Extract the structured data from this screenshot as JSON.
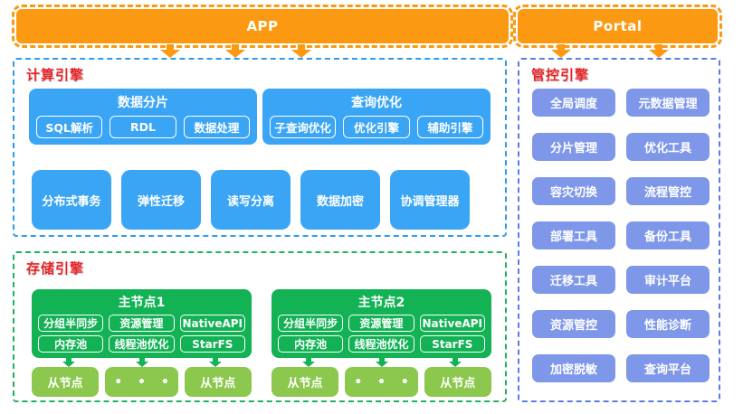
{
  "colors": {
    "orange": "#fb9a12",
    "blue_box": "#3aa5f5",
    "blue_dash_border": "#2b9bf3",
    "green_master": "#12b255",
    "green_slave": "#8cc84e",
    "green_dash_border": "#1db45c",
    "periwinkle_box": "#7e97e9",
    "indigo_dash_border": "#5a7de5",
    "header_red": "#e8262a",
    "text_white": "#ffffff"
  },
  "top": {
    "app_label": "APP",
    "portal_label": "Portal"
  },
  "compute": {
    "title": "计算引擎",
    "groups": [
      {
        "title": "数据分片",
        "items": [
          "SQL解析",
          "RDL",
          "数据处理"
        ]
      },
      {
        "title": "查询优化",
        "items": [
          "子查询优化",
          "优化引擎",
          "辅助引擎"
        ]
      }
    ],
    "features": [
      "分布式事务",
      "弹性迁移",
      "读写分离",
      "数据加密",
      "协调管理器"
    ]
  },
  "storage": {
    "title": "存储引擎",
    "masters": [
      {
        "title": "主节点1",
        "row1": [
          "分组半同步",
          "资源管理",
          "NativeAPI"
        ],
        "row2": [
          "内存池",
          "线程池优化",
          "StarFS"
        ]
      },
      {
        "title": "主节点2",
        "row1": [
          "分组半同步",
          "资源管理",
          "NativeAPI"
        ],
        "row2": [
          "内存池",
          "线程池优化",
          "StarFS"
        ]
      }
    ],
    "slaves": [
      "从节点",
      "• • •",
      "从节点",
      "从节点",
      "• • •",
      "从节点"
    ]
  },
  "management": {
    "title": "管控引擎",
    "items": [
      "全局调度",
      "元数据管理",
      "分片管理",
      "优化工具",
      "容灾切换",
      "流程管控",
      "部署工具",
      "备份工具",
      "迁移工具",
      "审计平台",
      "资源管控",
      "性能诊断",
      "加密脱敏",
      "查询平台"
    ]
  }
}
